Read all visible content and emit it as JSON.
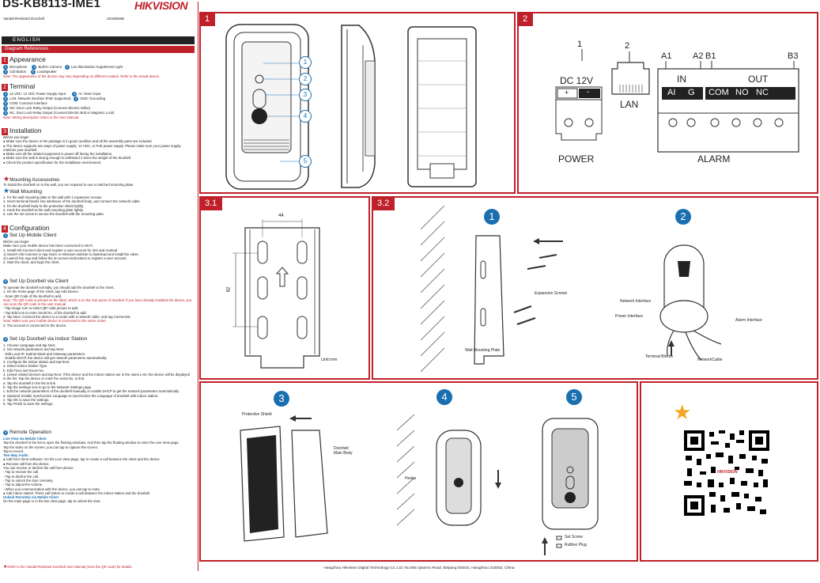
{
  "header": {
    "model": "DS-KB8113-IME1",
    "subtitle": "Vandal-Resistant Doorbell",
    "code": "UD18946B",
    "brand": "HIKVISION",
    "language": "ENGLISH",
    "diagram_refs": "Diagram References"
  },
  "sections": {
    "appearance": {
      "num": "1",
      "title": "Appearance",
      "items": [
        "Microphone",
        "Built-in Camera",
        "Low Illumination Supplement Light",
        "Call Button",
        "Loudspeaker"
      ],
      "item_nums": [
        "1",
        "2",
        "3",
        "4",
        "5"
      ],
      "note": "Note: The appearance of the device may vary depending on different models. Refer to the actual device."
    },
    "terminal": {
      "num": "2",
      "title": "Terminal",
      "items": [
        "12 VDC: 12 VDC Power Supply Input",
        "AI: Alarm Input",
        "LAN: Network Interface (PoE Supported)",
        "GND: Grounding",
        "COM: Common Interface",
        "NO: Door Lock Relay Output (Connect Electric Strike)",
        "NC: Door Lock Relay Output (Connect Electric Bolt or Magnetic Lock)"
      ],
      "item_nums": [
        "1",
        "4",
        "2",
        "4",
        "3",
        "3",
        "3"
      ],
      "note": "Note: Wiring description refers to the User Manual."
    },
    "installation": {
      "num": "3",
      "title": "Installation",
      "before": "Before you begin",
      "bullets": [
        "Make sure the device in the package is in good condition and all the assembly parts are included.",
        "The device supports two ways of power supply: 12 VDC, or PoE power supply. Please make sure your power supply matches your doorbell.",
        "Make sure all the related equipment is power-off during the installation.",
        "Make sure the wall is strong enough to withstand 4 times the weight of the doorbell.",
        "Check the product specification for the installation environment."
      ],
      "accessories_title": "Mounting Accessories",
      "accessories_text": "To install the doorbell on to the wall, you are required to use a matched mounting plate.",
      "wall_title": "Wall Mounting",
      "wall_steps": [
        "1. Fix the wall mounting plate to the wall with 4 expansion screws.",
        "2. Insert terminal blocks into interfaces of the doorbell body, and connect the network cable.",
        "3. Fix the doorbell body to the protective shield tightly.",
        "4. Hook the doorbell to the wall mounting plate tightly.",
        "5. Use the set screw to secure the doorbell with the mounting plate."
      ]
    },
    "configuration": {
      "num": "4",
      "title": "Configuration",
      "s1_title": "Set Up Mobile Client",
      "s1_lines": [
        "Before you begin",
        "Make sure your mobile device has been connected to Wi-Fi.",
        "1. Install Hik-Connect client and register a user account for iOS and Android.",
        "   1) Search Hik-Connect in App Store or Hikvision website to download and install the client.",
        "   2) Launch the App and follow the on-screen instructions to register a user account.",
        "2. Start the client, and login the client."
      ],
      "s2_title": "Set Up Doorbell via Client",
      "s2_lines": [
        "To operate the doorbell normally, you should add the doorbell to the client.",
        "1. On the home page of the client, tap Add Device.",
        "  - Scan QR Code of the doorbell to add.",
        "Note: The QR Code is printed on the label, which is on the rear panel of doorbell. If you have already installed the device, you can scan the QR code in the user manual.",
        "  - Tap image icon to select QR code picture to add.",
        "  - Tap Edit icon to enter Serial No. of the doorbell to add.",
        "2. Tap Next. Connect the device to a router with a network cable, and tag Connected.",
        "Note: Make sure your mobile device is connected to the same router.",
        "3. The account is connected to the device."
      ],
      "s3_title": "Set Up Doorbell via Indoor Station",
      "s3_lines": [
        "1. Choose Language and tap Next.",
        "2. Set network parameters and tap Next.",
        "  - Edit Local IP, Subnet Mask and Gateway parameters.",
        "  - Enable DHCP, the device will get network parameters automatically.",
        "3. Configure the indoor station and tap Next.",
        "   a. Select Indoor Station Type.",
        "   b. Edit Floor and Room No.",
        "4. Linked related devices and tap Next. If the device and the indoor station are in the same LAN, the device will be displayed in the list. Tap the device or enter the serial No. to link.",
        "   a. Tap the doorbell in the list to link.",
        "   b. Tap the settings icon to go to the Network Settings page.",
        "   c. Edit the network parameters of the doorbell manually or enable DHCP to get the network parameters automatically.",
        "   d. Optional: Enable Synchronize Language to synchronize the Language of doorbell with indoor station.",
        "   e. Tap OK to save the settings.",
        "5. Tap Finish to save the settings."
      ],
      "s4_title": "Remote Operation",
      "s4_lines": [
        "Live View via Mobile Client",
        "Tap the doorbell in the list to open the floating windows. And then tap the floating window to enter the Live View page.",
        "Tap the video on the screen, you can tap to capture the screen.",
        "Tap to record.",
        "Two-Way Audio",
        "Call from client software: On the Live View page, tap to create a call between the client and the device.",
        "Receive call from the device.",
        "  You can receive or decline the call from device.",
        "  - Tap to receive the call.",
        "  - Tap to decline the call.",
        "  - Tap to unlock the door remotely.",
        "  - Tap to adjust the volume.",
        "  - When you communication with the device, you can tap to mute.",
        "Call indoor station: Press call button to create a call between the indoor station and the doorbell.",
        "Unlock Remotely via Mobile Client",
        "On the main page or in the live view page, tap to unlock the door."
      ],
      "footnote": "Refer to the Vandal-Resistant Doorbell User Manual (scan the QR code) for details."
    }
  },
  "panels": {
    "p1": {
      "tag": "1",
      "callouts": [
        "1",
        "2",
        "3",
        "4",
        "5"
      ]
    },
    "p2": {
      "tag": "2",
      "nums": [
        "1",
        "2"
      ],
      "a1": "A1",
      "a2": "A2",
      "b1": "B1",
      "b3": "B3",
      "dc": "DC 12V",
      "plus": "+",
      "minus": "-",
      "lan": "LAN",
      "in": "IN",
      "out": "OUT",
      "alarm_terms": [
        "AI",
        "G",
        "COM",
        "NO",
        "NC"
      ],
      "power": "POWER",
      "alarm": "ALARM"
    },
    "p31": {
      "tag": "3.1",
      "dim_w": "44",
      "dim_h": "82",
      "unit": "Unit:mm"
    },
    "p32": {
      "tag": "3.2",
      "step1": "1",
      "step2": "2",
      "expansion": "Expansion Screws",
      "wall_plate": "Wall Mounting Plate",
      "network_iface": "Network Interface",
      "power_iface": "Power Interface",
      "alarm_iface": "Alarm Interface",
      "terminal_blocks": "Terminal Blocks",
      "network_cable": "NetworkCable"
    },
    "p33": {
      "step3": "3",
      "step4": "4",
      "step5": "5",
      "shield": "Protective Shield",
      "main_body": "Doorbell\nMain Body",
      "hooks": "Hooks",
      "set_screw": "Set Screw",
      "rubber": "Rubber Plug"
    },
    "qr": {
      "brand": "HIKVISION"
    }
  },
  "footer": "Hangzhou Hikvision Digital Technology Co.,Ltd. No.555 Qianmo Road, Binjiang District, Hangzhou 310052, China",
  "colors": {
    "accent": "#c0202a",
    "blue": "#1a6fb0"
  }
}
